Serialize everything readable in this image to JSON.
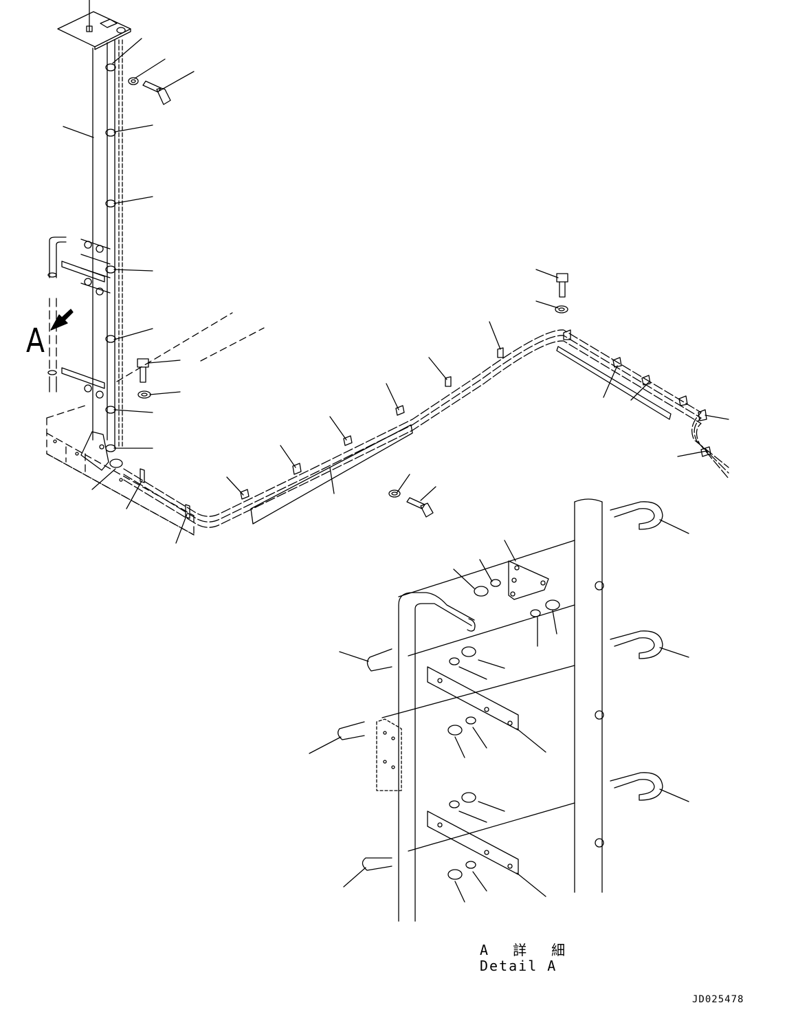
{
  "labels": {
    "view_marker": "A",
    "detail_title_jp": "A 詳 細",
    "detail_title_en": "Detail A",
    "drawing_number": "JD025478"
  },
  "style": {
    "line_color": "#000000",
    "background": "#ffffff"
  }
}
